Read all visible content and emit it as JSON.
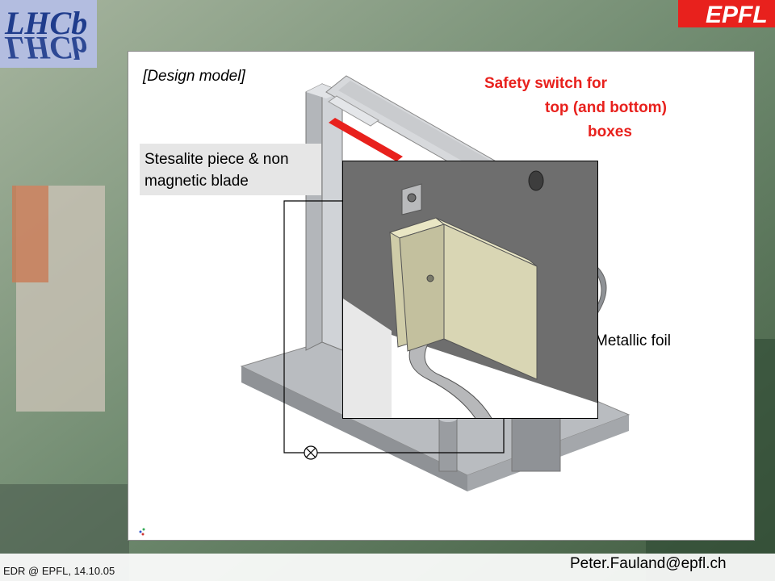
{
  "logos": {
    "lhcb": "LHCb",
    "epfl": "EPFL"
  },
  "labels": {
    "design_model": "[Design model]",
    "safety_line1": "Safety switch   for",
    "safety_line2": "top (and bottom)",
    "safety_line3": "boxes",
    "stesalite": "Stesalite piece & non magnetic blade",
    "metallic_foil": "Metallic foil"
  },
  "footer": {
    "left": "EDR @ EPFL, 14.10.05",
    "right": "Peter.Fauland@epfl.ch"
  },
  "colors": {
    "accent": "#e8211d",
    "panel": "#ffffff",
    "inset_plate": "#6b6b6b",
    "stesalite_piece": "#d9d6b4"
  },
  "icons": [
    "lamp-icon",
    "axis-triad-icon"
  ]
}
